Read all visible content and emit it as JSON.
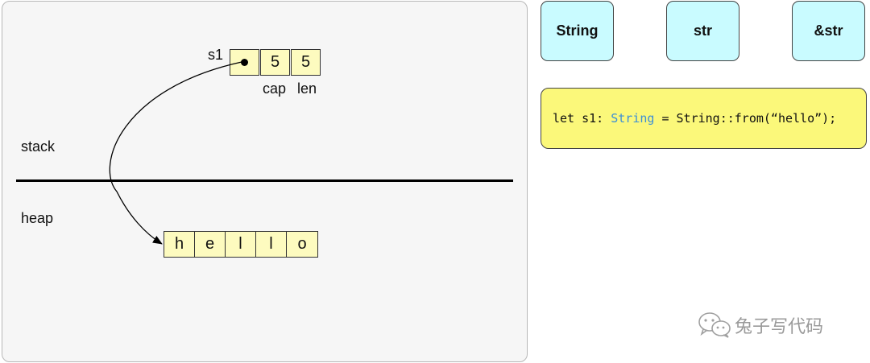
{
  "diagram": {
    "stack_label": "stack",
    "heap_label": "heap",
    "variable_name": "s1",
    "stack_cells": {
      "cap_value": "5",
      "len_value": "5",
      "cap_label": "cap",
      "len_label": "len"
    },
    "heap_chars": [
      "h",
      "e",
      "l",
      "l",
      "o"
    ]
  },
  "type_buttons": [
    "String",
    "str",
    "&str"
  ],
  "code": {
    "prefix": "let s1: ",
    "type": "String",
    "suffix": " = String::from(“hello”);",
    "type_color": "#3d8fd6"
  },
  "watermark": {
    "icon": "wechat-icon",
    "text": "兔子写代码"
  }
}
